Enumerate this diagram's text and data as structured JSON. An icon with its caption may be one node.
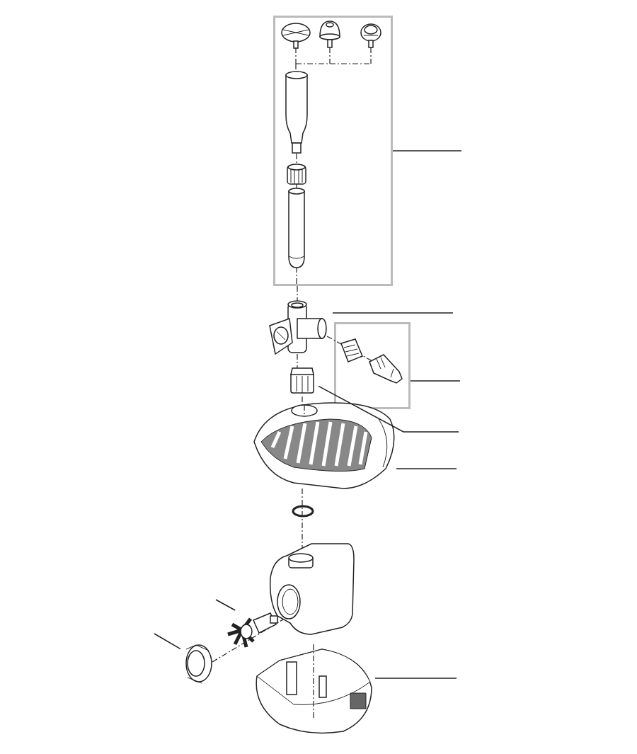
{
  "diagram": {
    "nodes": [
      {
        "text": [],
        "shape": "box"
      },
      {
        "text": [],
        "shape": "picture"
      },
      {
        "text": [],
        "shape": "box"
      },
      {
        "text": [],
        "shape": "picture"
      },
      {
        "text": [],
        "shape": "picture"
      },
      {
        "text": [],
        "shape": "picture"
      },
      {
        "text": [],
        "shape": "picture"
      },
      {
        "text": [],
        "shape": "picture"
      }
    ],
    "edges": [
      {
        "from": null,
        "to": 0,
        "arrow": "none"
      },
      {
        "from": null,
        "to": 1,
        "arrow": "none"
      },
      {
        "from": null,
        "to": 2,
        "arrow": "none"
      },
      {
        "from": null,
        "to": 3,
        "arrow": "none"
      },
      {
        "from": null,
        "to": 4,
        "arrow": "none"
      },
      {
        "from": null,
        "to": 5,
        "arrow": "none"
      },
      {
        "from": null,
        "to": 6,
        "arrow": "none"
      },
      {
        "from": null,
        "to": 7,
        "arrow": "none"
      }
    ]
  }
}
